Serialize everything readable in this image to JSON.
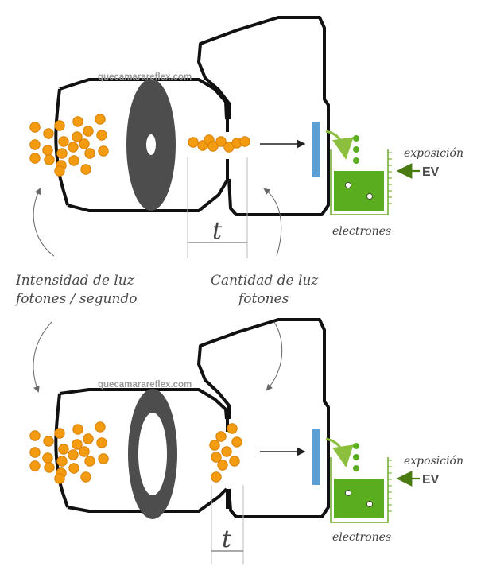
{
  "watermark": "quecamarareflex.com",
  "labels": {
    "intensity_line1": "Intensidad de luz",
    "intensity_line2": "fotones / segundo",
    "quantity_line1": "Cantidad de luz",
    "quantity_line2": "fotones",
    "time": "t",
    "exposure": "exposición",
    "ev": "EV",
    "electrons": "electrones"
  },
  "colors": {
    "photon": "#f39c12",
    "photon_stroke": "#d97e00",
    "body_stroke": "#111111",
    "iris": "#4d4d4d",
    "sensor": "#5b9fd4",
    "container": "#6aaa2a",
    "green_fill": "#5aad1e",
    "arrow_green": "#8dbf3f",
    "dark_green_arrow": "#4a7a12"
  },
  "panels": [
    {
      "name": "top",
      "aperture": "small"
    },
    {
      "name": "bottom",
      "aperture": "large"
    }
  ]
}
